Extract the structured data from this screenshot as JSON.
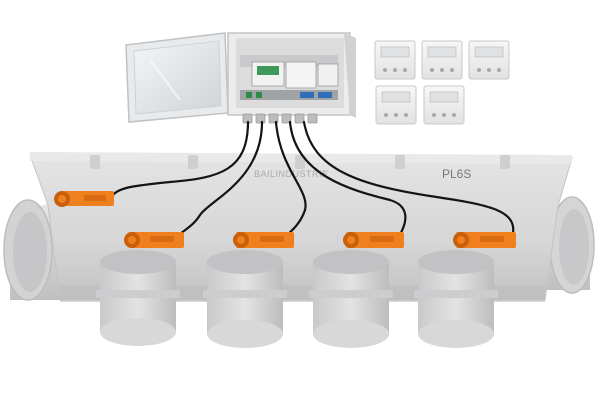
{
  "product": {
    "model_label": "PL6S",
    "watermark": "BAILINDUSTRIE"
  },
  "controller": {
    "thermostat_count": 5
  },
  "actuators": {
    "count": 5
  },
  "outlets": {
    "count": 4
  },
  "icons": {
    "controller_box": "electrical-enclosure-icon",
    "thermostat": "wall-thermostat-icon",
    "actuator": "damper-actuator-icon"
  },
  "colors": {
    "manifold": "#d9d9da",
    "manifold_shadow": "#b9b9bb",
    "actuator": "#f07f1e",
    "actuator_dark": "#c85f0c",
    "cable": "#141414",
    "pcb_green": "#3d9a5a",
    "background": "#ffffff"
  }
}
